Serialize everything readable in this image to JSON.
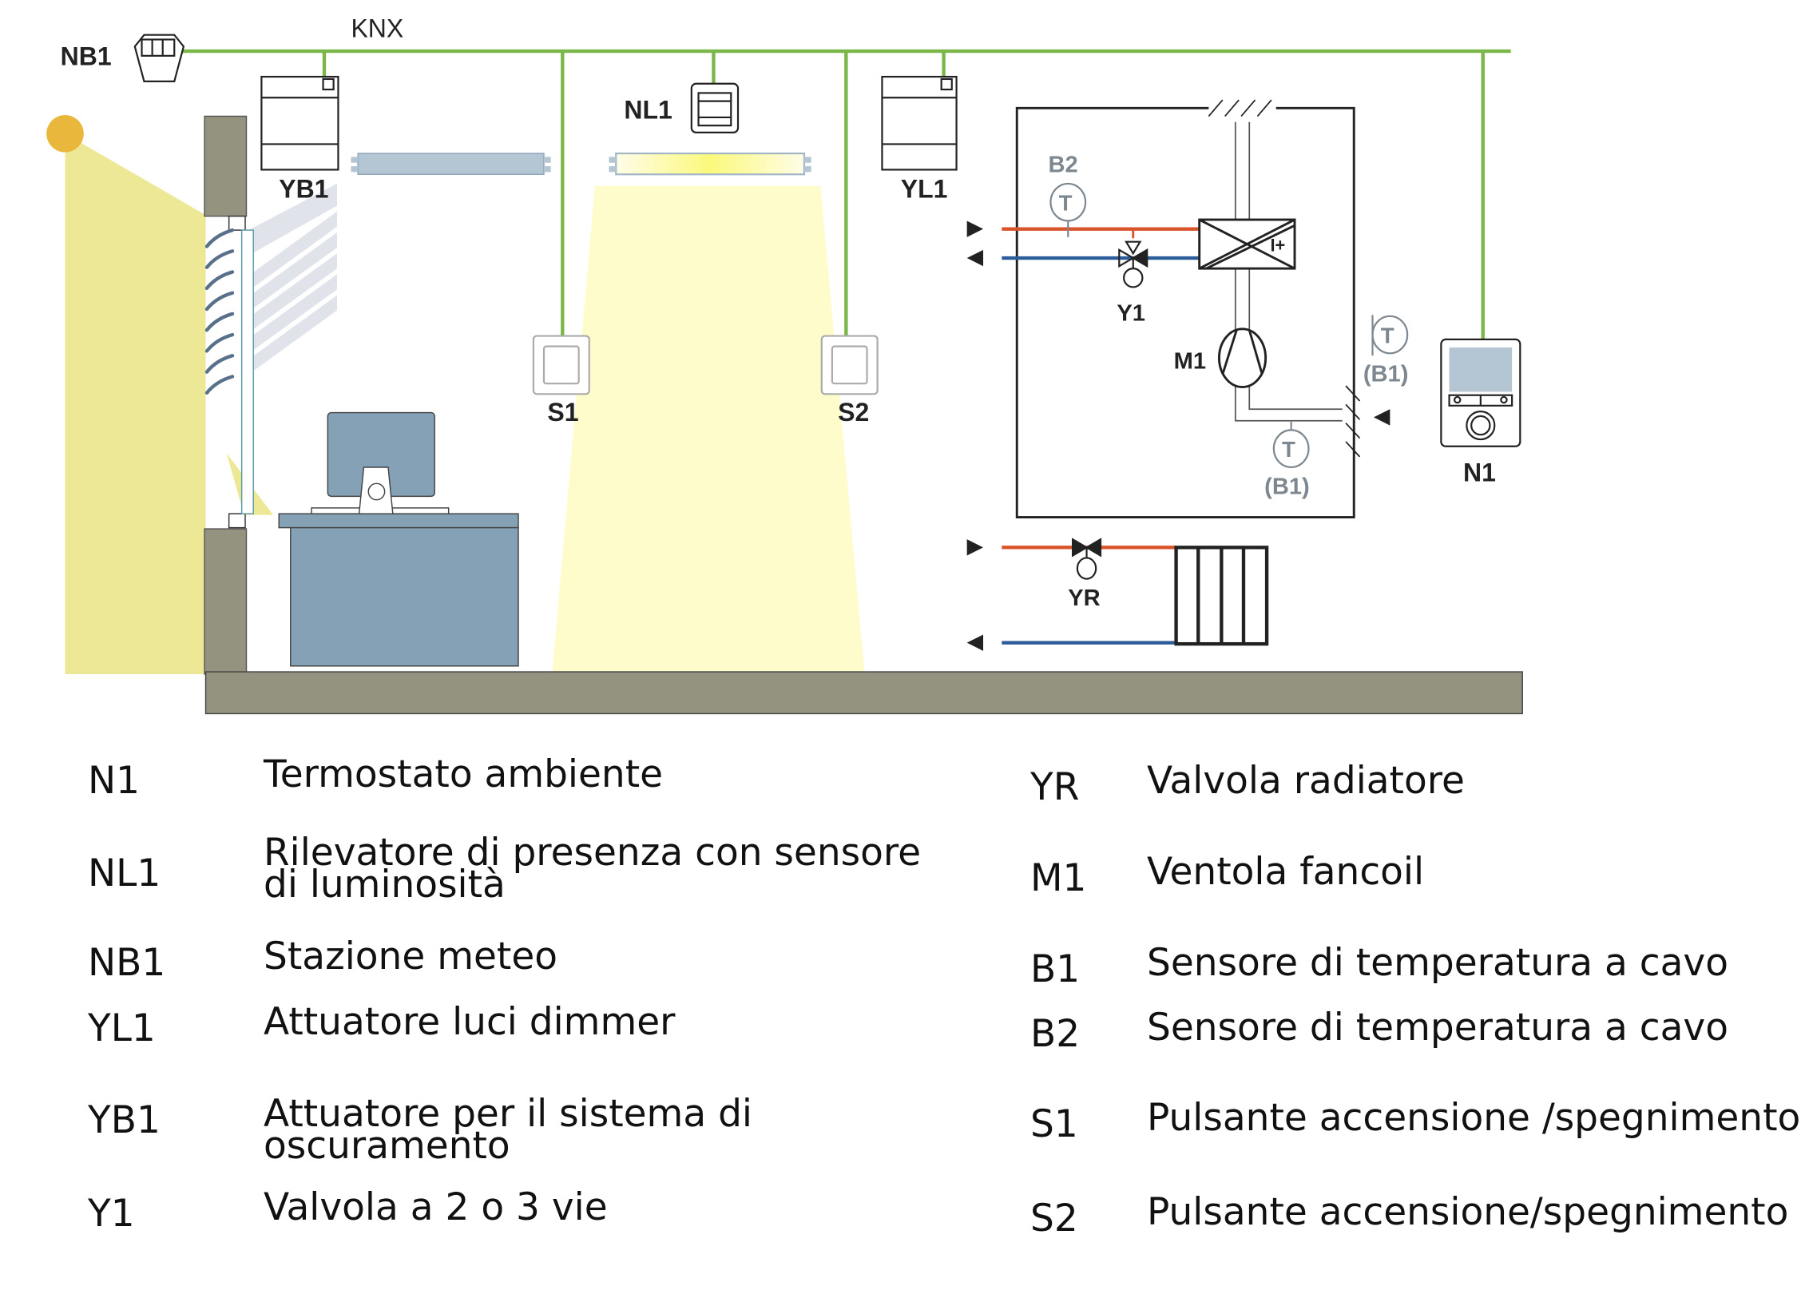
{
  "diagram": {
    "bus_label": "KNX",
    "device_labels": {
      "NB1": "NB1",
      "YB1": "YB1",
      "NL1": "NL1",
      "YL1": "YL1",
      "S1": "S1",
      "S2": "S2",
      "B2": "B2",
      "Y1": "Y1",
      "M1": "M1",
      "B1_air": "(B1)",
      "B1_duct": "(B1)",
      "N1": "N1",
      "YR": "YR",
      "sensor_symbol": "T",
      "coil_symbol": "I+"
    },
    "colors": {
      "bus": "#7ab648",
      "supply_pipe": "#d9532b",
      "return_pipe": "#2c5b9a",
      "wall": "#94937f",
      "sunlight": "#ede895",
      "lamp_light": "#fefccb",
      "furniture": "#84a1b5",
      "sun": "#e9b73c"
    }
  },
  "legend": {
    "left": [
      {
        "code": "N1",
        "description": "Termostato ambiente"
      },
      {
        "code": "NL1",
        "description": "Rilevatore di presenza con sensore di luminosità"
      },
      {
        "code": "NB1",
        "description": "Stazione meteo"
      },
      {
        "code": "YL1",
        "description": "Attuatore luci dimmer"
      },
      {
        "code": "YB1",
        "description": "Attuatore per il sistema di oscuramento"
      },
      {
        "code": "Y1",
        "description": "Valvola a  2 o 3 vie"
      }
    ],
    "right": [
      {
        "code": "YR",
        "description": "Valvola radiatore"
      },
      {
        "code": "M1",
        "description": "Ventola fancoil"
      },
      {
        "code": "B1",
        "description": "Sensore di temperatura a cavo"
      },
      {
        "code": "B2",
        "description": "Sensore di temperatura a cavo"
      },
      {
        "code": "S1",
        "description": "Pulsante accensione /spegnimento"
      },
      {
        "code": "S2",
        "description": "Pulsante accensione/spegnimento"
      }
    ]
  }
}
